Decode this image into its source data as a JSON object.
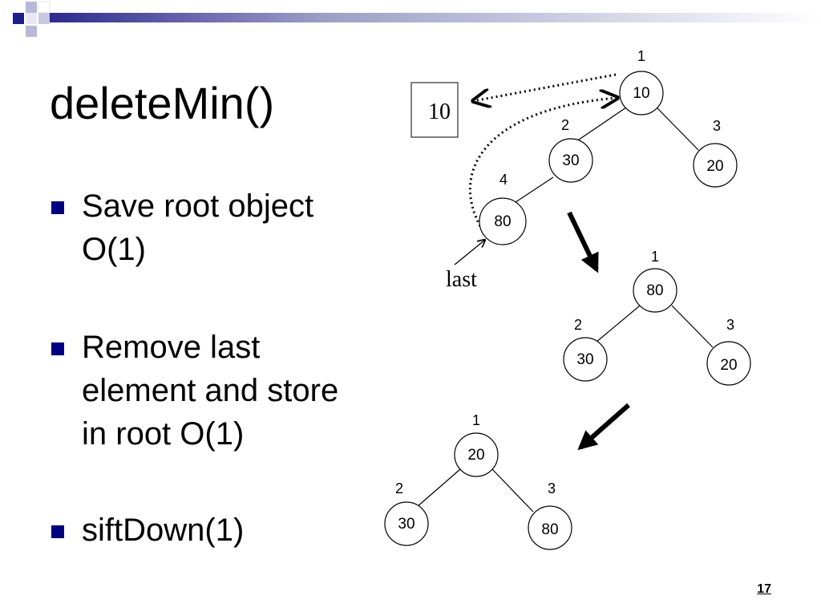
{
  "slide": {
    "title": "deleteMin()",
    "page_number": "17",
    "bullets": [
      {
        "text": "Save root object\nO(1)"
      },
      {
        "text": "Remove last\nelement and store\nin root O(1)"
      },
      {
        "text": "siftDown(1)"
      }
    ]
  },
  "diagram": {
    "saved_box_value": "10",
    "last_label": "last",
    "tree_before": {
      "nodes": [
        {
          "index": "1",
          "value": "10"
        },
        {
          "index": "2",
          "value": "30"
        },
        {
          "index": "3",
          "value": "20"
        },
        {
          "index": "4",
          "value": "80"
        }
      ]
    },
    "tree_after_move": {
      "nodes": [
        {
          "index": "1",
          "value": "80"
        },
        {
          "index": "2",
          "value": "30"
        },
        {
          "index": "3",
          "value": "20"
        }
      ]
    },
    "tree_after_sift": {
      "nodes": [
        {
          "index": "1",
          "value": "20"
        },
        {
          "index": "2",
          "value": "30"
        },
        {
          "index": "3",
          "value": "80"
        }
      ]
    }
  },
  "colors": {
    "bullet": "#000080",
    "corner_dark": "#1f1f8a",
    "corner_light": "#b8b8d8"
  }
}
